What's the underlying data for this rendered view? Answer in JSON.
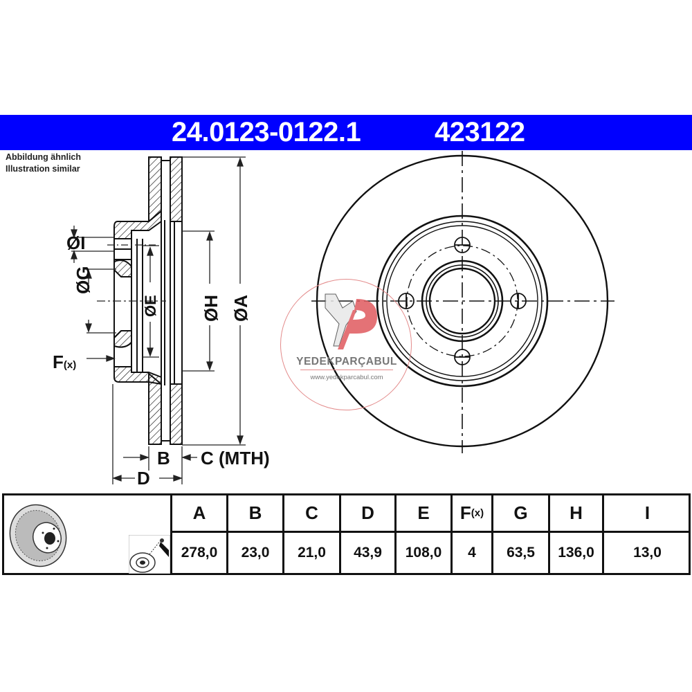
{
  "header": {
    "part_number": "24.0123-0122.1",
    "ref_number": "423122",
    "bar_color": "#0000ff",
    "text_color": "#ffffff"
  },
  "note": {
    "line1": "Abbildung ähnlich",
    "line2": "Illustration similar"
  },
  "side_view": {
    "labels": {
      "I": "ØI",
      "G": "ØG",
      "E": "ØE",
      "H": "ØH",
      "A": "ØA",
      "F": "F",
      "F_sub": "(x)",
      "B": "B",
      "C": "C (MTH)",
      "D": "D"
    }
  },
  "front_view": {
    "bolt_holes": 4,
    "icon": "brake-disc-front-view"
  },
  "watermark": {
    "brand": "YEDEKPARÇABUL",
    "url": "www.yedekparcabul.com",
    "accent_color": "#d9383e"
  },
  "table": {
    "icons": [
      "brake-disc-3d-icon",
      "spray-cleaning-icon"
    ],
    "columns": [
      {
        "key": "A",
        "label": "A",
        "value": "278,0"
      },
      {
        "key": "B",
        "label": "B",
        "value": "23,0"
      },
      {
        "key": "C",
        "label": "C",
        "value": "21,0"
      },
      {
        "key": "D",
        "label": "D",
        "value": "43,9"
      },
      {
        "key": "E",
        "label": "E",
        "value": "108,0"
      },
      {
        "key": "F",
        "label": "F",
        "sub": "(x)",
        "value": "4"
      },
      {
        "key": "G",
        "label": "G",
        "value": "63,5"
      },
      {
        "key": "H",
        "label": "H",
        "value": "136,0"
      },
      {
        "key": "I",
        "label": "I",
        "value": "13,0"
      }
    ]
  }
}
